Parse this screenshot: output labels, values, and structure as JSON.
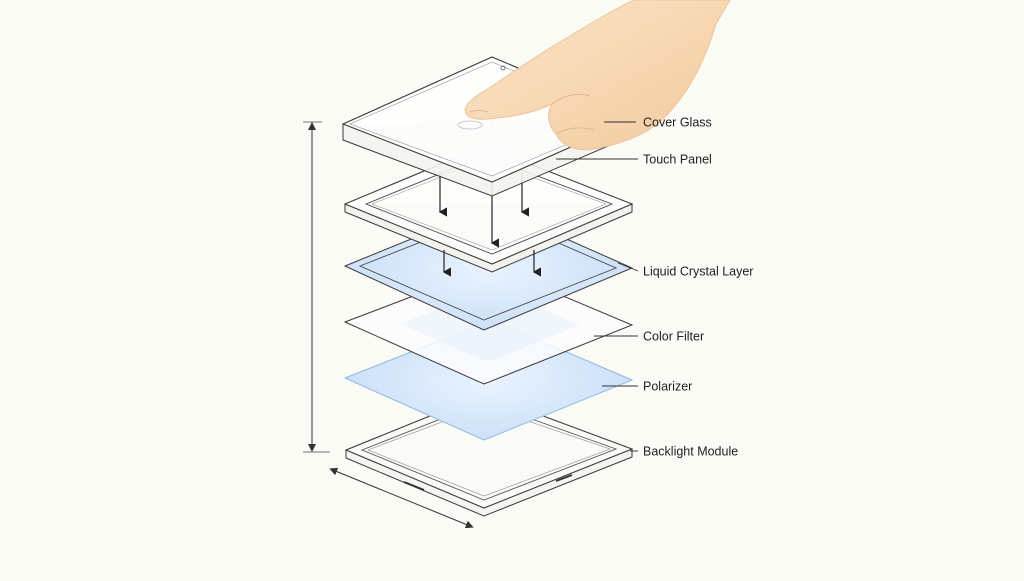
{
  "diagram": {
    "layers": [
      {
        "id": "cover-glass",
        "label": "Cover Glass"
      },
      {
        "id": "touch-panel",
        "label": "Touch Panel"
      },
      {
        "id": "liquid-crystal-layer",
        "label": "Liquid Crystal Layer"
      },
      {
        "id": "color-filter",
        "label": "Color Filter"
      },
      {
        "id": "polarizer",
        "label": "Polarizer"
      },
      {
        "id": "backlight-module",
        "label": "Backlight Module"
      }
    ],
    "colors": {
      "background": "#fbfbf6",
      "outline": "#3a3a3a",
      "blue_fill": "#cfe3fb",
      "blue_edge": "#9ec4ee",
      "skin": "#f7d9b3",
      "label_text": "#222222"
    },
    "icons": [
      "hand-pointer-icon",
      "arrow-down-icon",
      "dimension-arrow-icon"
    ]
  }
}
